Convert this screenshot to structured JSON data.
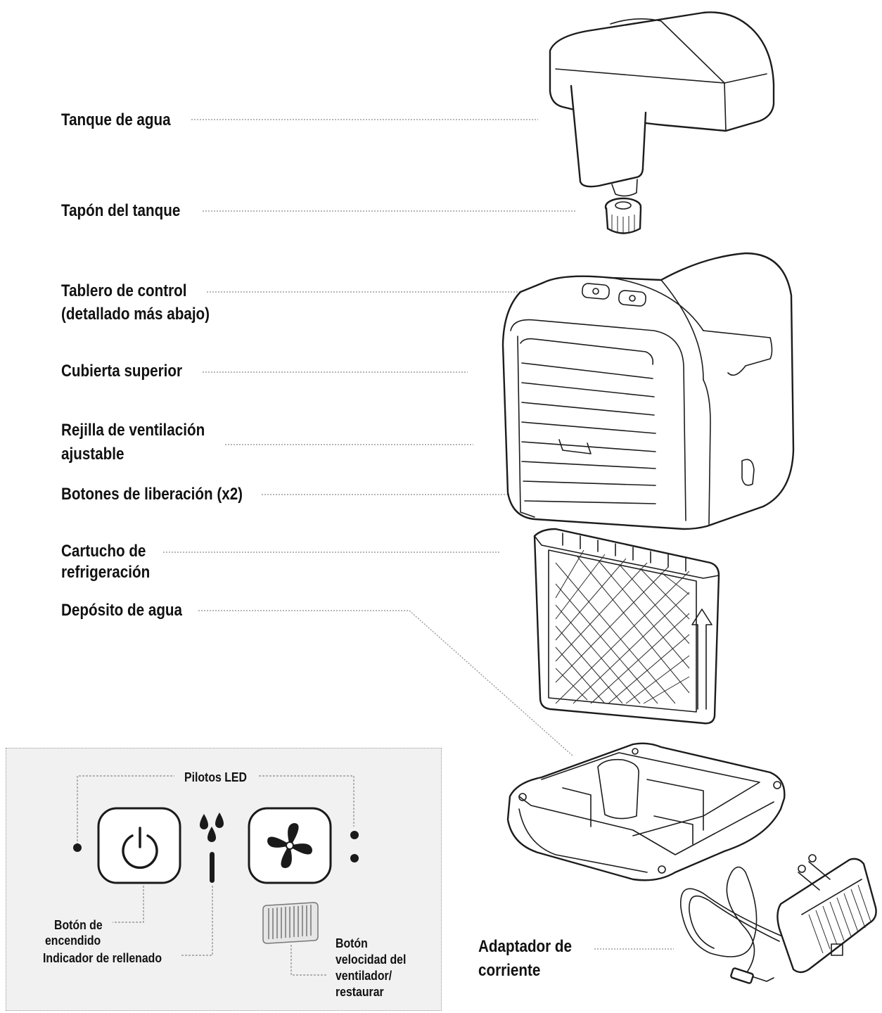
{
  "labels": {
    "water_tank": "Tanque de agua",
    "tank_cap": "Tapón del tanque",
    "control_panel_line1": "Tablero de control",
    "control_panel_line2": "(detallado más abajo)",
    "top_cover": "Cubierta superior",
    "vent_line1": "Rejilla de ventilación",
    "vent_line2": "ajustable",
    "release_buttons": "Botones de liberación (x2)",
    "cartridge_line1": "Cartucho de",
    "cartridge_line2": "refrigeración",
    "reservoir": "Depósito de agua",
    "adapter_line1": "Adaptador de",
    "adapter_line2": "corriente"
  },
  "panel": {
    "led_title": "Pilotos LED",
    "power_line1": "Botón de",
    "power_line2": "encendido",
    "refill_indicator": "Indicador de rellenado",
    "fan_line1": "Botón",
    "fan_line2": "velocidad del",
    "fan_line3": "ventilador/",
    "fan_line4": "restaurar"
  },
  "icons": [
    "power-icon",
    "fan-icon",
    "water-drops-icon",
    "filter-icon",
    "arrow-up-icon",
    "plug-icon"
  ]
}
